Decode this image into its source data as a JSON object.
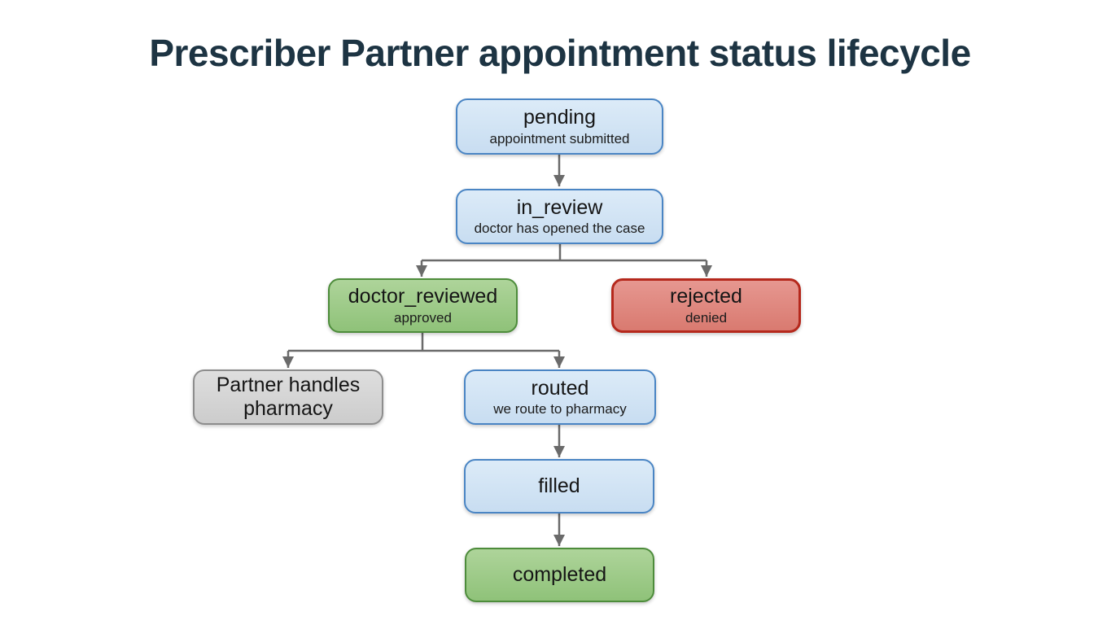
{
  "title": "Prescriber Partner appointment status lifecycle",
  "nodes": {
    "pending": {
      "label": "pending",
      "sublabel": "appointment submitted"
    },
    "in_review": {
      "label": "in_review",
      "sublabel": "doctor has opened the case"
    },
    "doctor_reviewed": {
      "label": "doctor_reviewed",
      "sublabel": "approved"
    },
    "rejected": {
      "label": "rejected",
      "sublabel": "denied"
    },
    "partner_handles_pharmacy": {
      "label": "Partner handles pharmacy"
    },
    "routed": {
      "label": "routed",
      "sublabel": "we route to pharmacy"
    },
    "filled": {
      "label": "filled"
    },
    "completed": {
      "label": "completed"
    }
  },
  "edges": [
    {
      "from": "pending",
      "to": "in_review"
    },
    {
      "from": "in_review",
      "to": "doctor_reviewed"
    },
    {
      "from": "in_review",
      "to": "rejected"
    },
    {
      "from": "doctor_reviewed",
      "to": "partner_handles_pharmacy"
    },
    {
      "from": "doctor_reviewed",
      "to": "routed"
    },
    {
      "from": "routed",
      "to": "filled"
    },
    {
      "from": "filled",
      "to": "completed"
    }
  ],
  "colors": {
    "title": "#1d3443",
    "status_blue_fill": "#cfe2f4",
    "status_blue_border": "#4a85c4",
    "status_green_fill": "#9cc887",
    "status_green_border": "#4d8c3b",
    "status_red_fill": "#e1847d",
    "status_red_border": "#b5281c",
    "neutral_gray_fill": "#d6d6d6",
    "neutral_gray_border": "#8d8d8d",
    "connector": "#6a6a6a"
  }
}
